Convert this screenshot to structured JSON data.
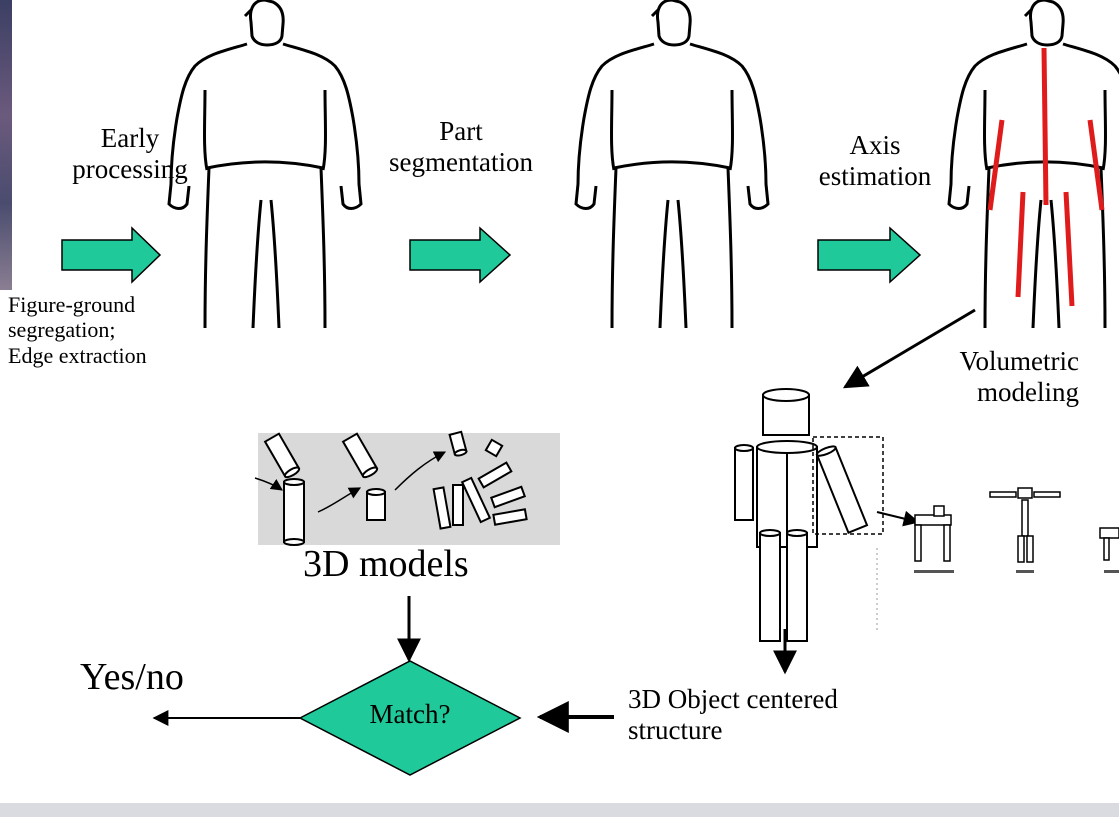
{
  "stages": {
    "early_processing": {
      "line1": "Early",
      "line2": "processing"
    },
    "part_segmentation": {
      "line1": "Part",
      "line2": "segmentation"
    },
    "axis_estimation": {
      "line1": "Axis",
      "line2": "estimation"
    },
    "volumetric_modeling": {
      "line1": "Volumetric",
      "line2": "modeling"
    }
  },
  "notes": {
    "figure_ground": {
      "line1": "Figure-ground",
      "line2": "segregation;",
      "line3": "Edge extraction"
    },
    "object_centered": {
      "line1": "3D Object centered",
      "line2": "structure"
    }
  },
  "models_label": "3D models",
  "decision": {
    "label": "Match?",
    "output": "Yes/no"
  },
  "colors": {
    "arrow_fill": "#1fc99a",
    "axis_line": "#e01b1b",
    "models_panel": "#d9d9d9",
    "bottom_band": "#d9dbe0"
  },
  "icons": [
    "human-silhouette-icon",
    "cylinder-model-icon",
    "stick-figure-model-icon"
  ]
}
